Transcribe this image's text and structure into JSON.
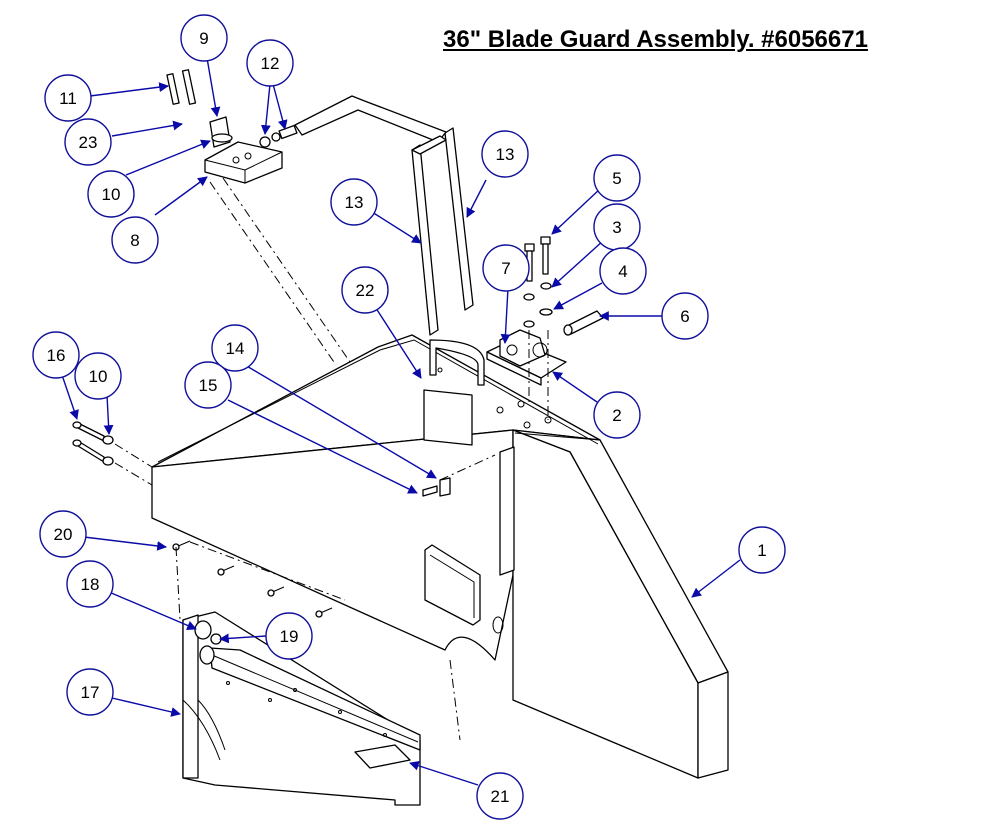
{
  "title": "36\" Blade Guard Assembly. #6056671",
  "callouts": [
    {
      "id": "c1",
      "label": "1"
    },
    {
      "id": "c2",
      "label": "2"
    },
    {
      "id": "c3",
      "label": "3"
    },
    {
      "id": "c4",
      "label": "4"
    },
    {
      "id": "c5",
      "label": "5"
    },
    {
      "id": "c6",
      "label": "6"
    },
    {
      "id": "c7",
      "label": "7"
    },
    {
      "id": "c8",
      "label": "8"
    },
    {
      "id": "c9",
      "label": "9"
    },
    {
      "id": "c10a",
      "label": "10"
    },
    {
      "id": "c10b",
      "label": "10"
    },
    {
      "id": "c11",
      "label": "11"
    },
    {
      "id": "c12",
      "label": "12"
    },
    {
      "id": "c13a",
      "label": "13"
    },
    {
      "id": "c13b",
      "label": "13"
    },
    {
      "id": "c14",
      "label": "14"
    },
    {
      "id": "c15",
      "label": "15"
    },
    {
      "id": "c16",
      "label": "16"
    },
    {
      "id": "c17",
      "label": "17"
    },
    {
      "id": "c18",
      "label": "18"
    },
    {
      "id": "c19",
      "label": "19"
    },
    {
      "id": "c20",
      "label": "20"
    },
    {
      "id": "c21",
      "label": "21"
    },
    {
      "id": "c22",
      "label": "22"
    },
    {
      "id": "c23",
      "label": "23"
    }
  ]
}
